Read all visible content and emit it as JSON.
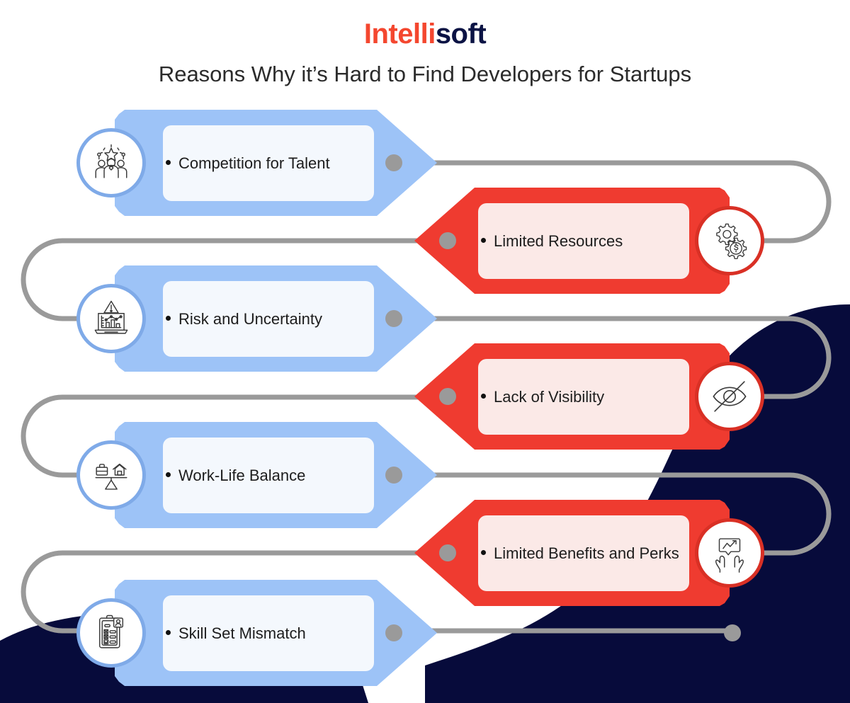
{
  "header": {
    "logo_part1": "Intelli",
    "logo_part2": "soft",
    "title": "Reasons Why it’s Hard to Find Developers for Startups"
  },
  "colors": {
    "brand_orange": "#F4472F",
    "brand_navy": "#0B1344",
    "blue_tag": "#9DC3F7",
    "blue_inner": "#F4F8FD",
    "blue_ring": "#7FAAE8",
    "red_tag": "#EF3B30",
    "red_inner": "#FBE9E7",
    "red_ring": "#D93025",
    "connector_gray": "#9a9a9a",
    "background_blob": "#070B3B",
    "text": "#1d1d1d"
  },
  "items": [
    {
      "label": "Competition for Talent",
      "side": "left",
      "icon": "team-star-icon"
    },
    {
      "label": "Limited Resources",
      "side": "right",
      "icon": "gear-dollar-icon"
    },
    {
      "label": "Risk and Uncertainty",
      "side": "left",
      "icon": "laptop-chart-warning-icon"
    },
    {
      "label": "Lack of Visibility",
      "side": "right",
      "icon": "eye-off-icon"
    },
    {
      "label": "Work-Life Balance",
      "side": "left",
      "icon": "balance-scale-icon"
    },
    {
      "label": "Limited Benefits and Perks",
      "side": "right",
      "icon": "hands-growth-chart-icon"
    },
    {
      "label": "Skill Set Mismatch",
      "side": "left",
      "icon": "clipboard-checklist-icon"
    }
  ]
}
